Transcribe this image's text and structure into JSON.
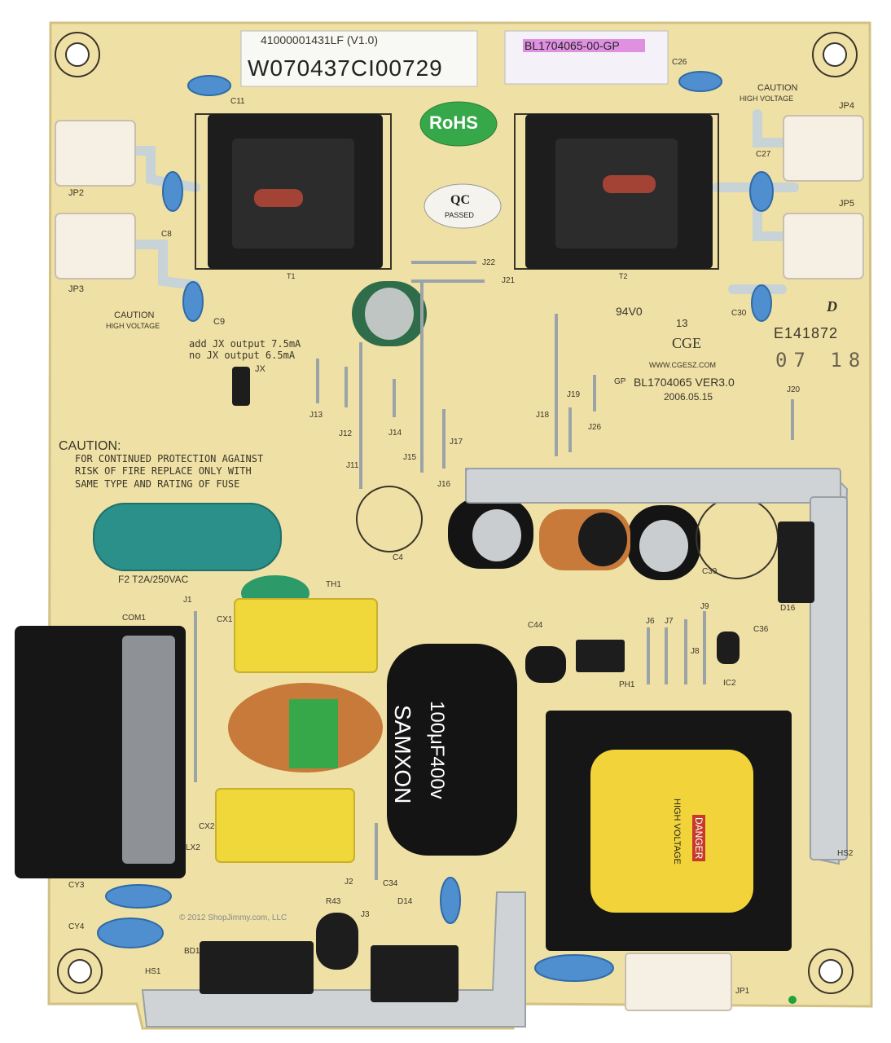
{
  "colors": {
    "pcb": "#efe1a6",
    "pcb_shadow": "#d9c98d",
    "silk": "#3a3528",
    "trace": "#c7d3d6",
    "transformer_black": "#1d1d1d",
    "yellow_cap": "#f0d83a",
    "blue_cap": "#4f8fd0",
    "copper": "#c87a3a",
    "rohs_green": "#37a84a",
    "teal_fuse": "#2b8f8a",
    "heatsink": "#cfd3d6"
  },
  "labels": {
    "part_number_top": "41000001431LF  (V1.0)",
    "barcode_text": "W070437CI00729",
    "bl_sticker": "BL1704065-00-GP",
    "rohs": "RoHS",
    "qc": "QC",
    "qc_passed": "PASSED",
    "caution_hv_1": "CAUTION",
    "caution_hv_1b": "HIGH VOLTAGE",
    "caution_hv_2": "CAUTION",
    "caution_hv_2b": "HIGH VOLTAGE",
    "ul_mark": "94V0",
    "ul_num": "13",
    "e_number": "E141872",
    "date_code": "07 18",
    "cge": "CGE",
    "cge_url": "WWW.CGESZ.COM",
    "board_id": "BL1704065 VER3.0",
    "board_date": "2006.05.15",
    "gp": "GP",
    "jx_line1": "add JX output 7.5mA",
    "jx_line2": "no JX output 6.5mA",
    "jx": "JX",
    "caution_fuse_title": "CAUTION:",
    "caution_fuse_1": "FOR CONTINUED PROTECTION AGAINST",
    "caution_fuse_2": "RISK OF FIRE REPLACE ONLY WITH",
    "caution_fuse_3": "SAME TYPE AND RATING OF FUSE",
    "fuse_rating": "F2  T2A/250VAC",
    "samxon_brand": "SAMXON",
    "samxon_value": "100μF400v",
    "danger": "DANGER",
    "high_voltage": "HIGH VOLTAGE",
    "copyright": "© 2012 ShopJimmy.com, LLC",
    "d_mark": "D"
  },
  "refdes": {
    "jp2": "JP2",
    "jp3": "JP3",
    "jp4": "JP4",
    "jp5": "JP5",
    "jp1": "JP1",
    "c11": "C11",
    "c8": "C8",
    "c9": "C9",
    "c26": "C26",
    "c27": "C27",
    "c30": "C30",
    "j22": "J22",
    "j21": "J21",
    "j13": "J13",
    "j12": "J12",
    "j14": "J14",
    "j11": "J11",
    "j15": "J15",
    "j17": "J17",
    "j16": "J16",
    "j18": "J18",
    "j19": "J19",
    "j26": "J26",
    "j20": "J20",
    "c4": "C4",
    "c39": "C39",
    "th1": "TH1",
    "j1": "J1",
    "cx1": "CX1",
    "com1": "COM1",
    "c44": "C44",
    "j6": "J6",
    "j7": "J7",
    "j8": "J8",
    "j9": "J9",
    "ph1": "PH1",
    "ic2": "IC2",
    "c36": "C36",
    "d16": "D16",
    "hs2": "HS2",
    "cx2": "CX2",
    "lx2": "LX2",
    "cy3": "CY3",
    "cy4": "CY4",
    "bd1": "BD1",
    "hs1": "HS1",
    "r43": "R43",
    "j2": "J2",
    "j3": "J3",
    "c34": "C34",
    "d14": "D14",
    "t1": "T1",
    "t2": "T2"
  }
}
